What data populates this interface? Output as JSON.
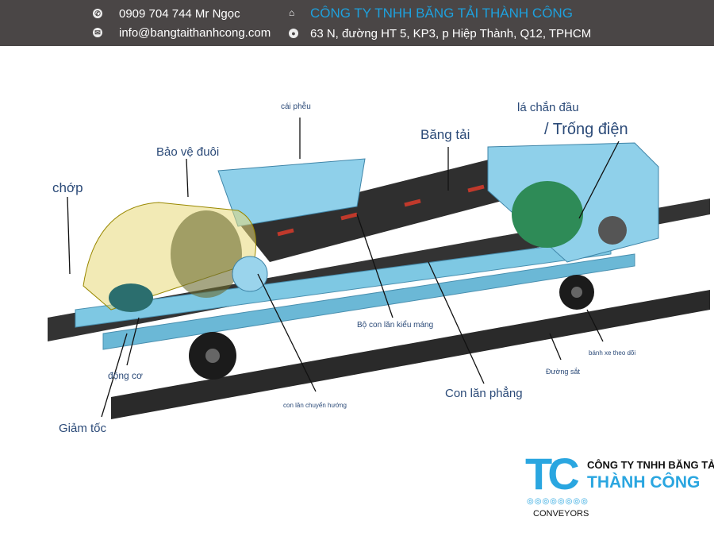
{
  "header": {
    "phone": "0909 704 744 Mr Ngọc",
    "email": "info@bangtaithanhcong.com",
    "company": "CÔNG TY TNHH BĂNG TẢI THÀNH CÔNG",
    "address": "63 N, đường HT 5, KP3, p Hiệp Thành, Q12, TPHCM",
    "icons": [
      "phone-icon",
      "email-icon",
      "home-icon",
      "location-icon"
    ]
  },
  "labels": {
    "hopper": "cái phễu",
    "belt": "Băng tải",
    "head_cover": "lá chắn đầu",
    "drum": "/ Trống điện",
    "tail_guard": "Bảo vệ đuôi",
    "clamp": "chớp",
    "trough_idler": "Bộ con lăn kiểu máng",
    "tracking_wheel": "bánh xe theo dõi",
    "rail": "Đường sắt",
    "flat_idler": "Con lăn phẳng",
    "motor": "động cơ",
    "bend_pulley": "con lăn chuyển hướng",
    "reducer": "Giảm tốc"
  },
  "logo": {
    "mark": "TC",
    "line1": "CÔNG TY TNHH BĂNG TẢI",
    "line2": "THÀNH CÔNG",
    "dots": "◎◎◎◎◎◎◎◎",
    "tagline": "CONVEYORS"
  },
  "colors": {
    "header_bg": "#4a4646",
    "accent": "#1ea0dc",
    "frame": "#7ec8e3",
    "drum": "#2e8b57",
    "label": "#2b4a78"
  }
}
